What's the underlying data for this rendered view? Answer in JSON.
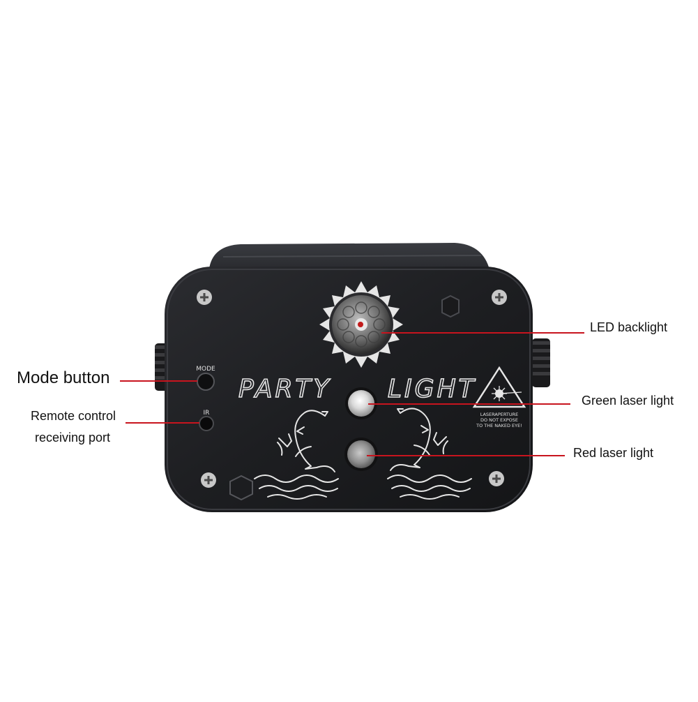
{
  "device": {
    "brand_text_left": "PARTY",
    "brand_text_right": "LIGHT",
    "mode_marking": "MODE",
    "ir_marking": "IR",
    "warning_line1": "LASERAPERTURE",
    "warning_line2": "DO NOT EXPOSE",
    "warning_line3": "TO THE NAKED EYE!"
  },
  "callouts": {
    "mode_button": "Mode button",
    "remote_line1": "Remote control",
    "remote_line2": "receiving port",
    "led_backlight": "LED backlight",
    "green_laser": "Green laser light",
    "red_laser": "Red laser light"
  },
  "colors": {
    "leader_line": "#c8141e",
    "body": "#2a2b2f",
    "face": "#1f2023",
    "engraving": "#e8e8e8"
  }
}
